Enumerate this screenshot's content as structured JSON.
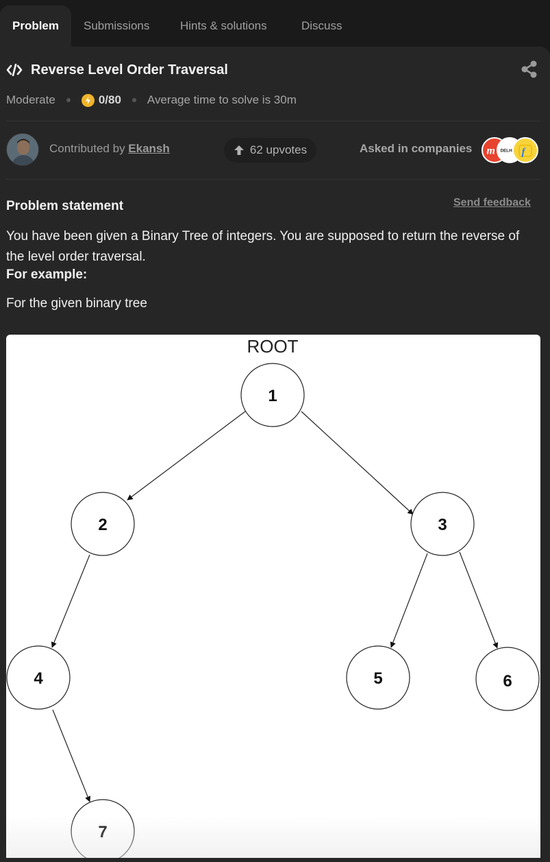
{
  "tabs": [
    {
      "label": "Problem",
      "active": true
    },
    {
      "label": "Submissions",
      "active": false
    },
    {
      "label": "Hints & solutions",
      "active": false
    },
    {
      "label": "Discuss",
      "active": false
    }
  ],
  "problem": {
    "title": "Reverse Level Order Traversal",
    "difficulty": "Moderate",
    "score": "0/80",
    "avg_time": "Average time to solve is 30m"
  },
  "contributor": {
    "prefix": "Contributed by ",
    "name": "Ekansh",
    "upvotes": "62 upvotes",
    "asked_label": "Asked in companies",
    "companies": [
      "MakeMyTrip",
      "Delhivery",
      "Flipkart"
    ]
  },
  "statement": {
    "heading": "Problem statement",
    "feedback": "Send feedback",
    "description": "You have been given a Binary Tree of integers. You are supposed to return the reverse of the level order traversal.",
    "example_label": "For example:",
    "given_text": "For the given binary tree"
  },
  "tree": {
    "root_label": "ROOT",
    "nodes": [
      "1",
      "2",
      "3",
      "4",
      "5",
      "6",
      "7"
    ]
  },
  "colors": {
    "background": "#1a1a1a",
    "panel": "#262626",
    "accent_bolt": "#f0b429"
  }
}
